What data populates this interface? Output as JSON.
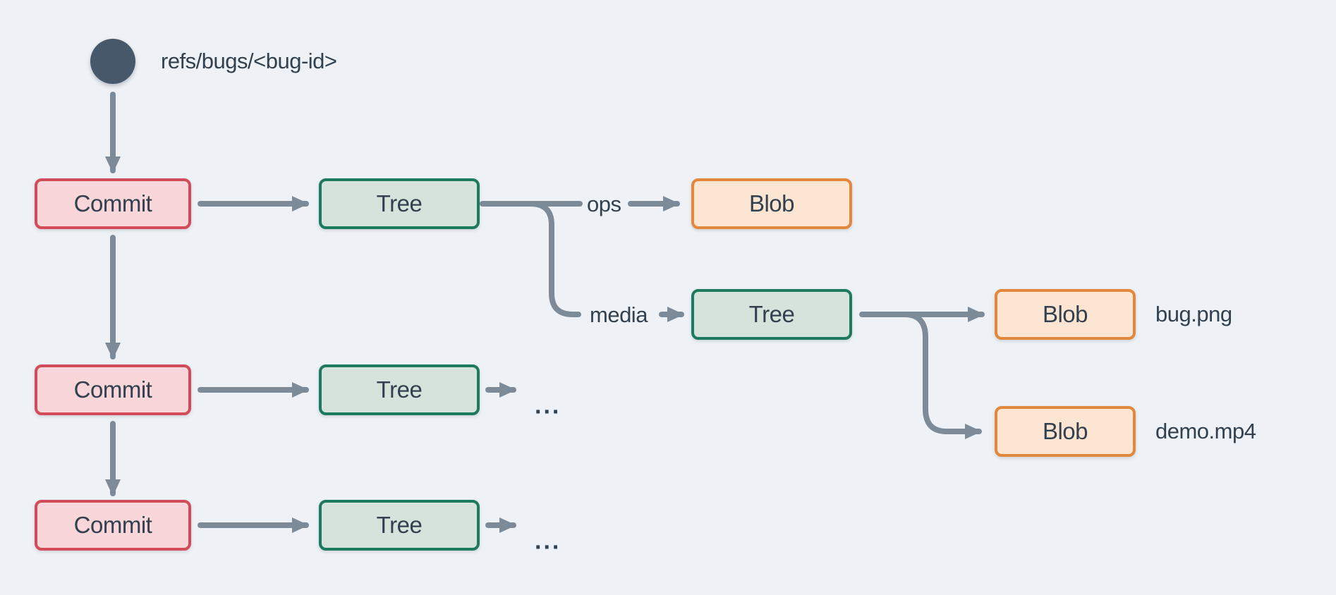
{
  "diagram": {
    "nodes": {
      "ref": {
        "label": "refs/bugs/<bug-id>"
      },
      "commit1": {
        "label": "Commit"
      },
      "commit2": {
        "label": "Commit"
      },
      "commit3": {
        "label": "Commit"
      },
      "tree1": {
        "label": "Tree"
      },
      "tree_row2": {
        "label": "Tree"
      },
      "tree_row3": {
        "label": "Tree"
      },
      "tree_media": {
        "label": "Tree"
      },
      "blob_ops": {
        "label": "Blob"
      },
      "blob_bug": {
        "label": "Blob",
        "file": "bug.png"
      },
      "blob_demo": {
        "label": "Blob",
        "file": "demo.mp4"
      }
    },
    "edges": [
      {
        "from": "ref",
        "to": "commit1"
      },
      {
        "from": "commit1",
        "to": "tree1"
      },
      {
        "from": "commit1",
        "to": "commit2"
      },
      {
        "from": "commit2",
        "to": "commit3"
      },
      {
        "from": "commit2",
        "to": "tree_row2"
      },
      {
        "from": "commit3",
        "to": "tree_row3"
      },
      {
        "from": "tree1",
        "to": "blob_ops",
        "label": "ops"
      },
      {
        "from": "tree1",
        "to": "tree_media",
        "label": "media"
      },
      {
        "from": "tree_media",
        "to": "blob_bug"
      },
      {
        "from": "tree_media",
        "to": "blob_demo"
      },
      {
        "from": "tree_row2",
        "to": "ellipsis_row2"
      },
      {
        "from": "tree_row3",
        "to": "ellipsis_row3"
      }
    ],
    "ellipsis": {
      "row2": "...",
      "row3": "..."
    },
    "colors": {
      "bg": "#eef2f6",
      "arrow": "#7d8b99",
      "text": "#33414f",
      "ref-fill": "#46586a",
      "commit-fill": "#f8d6da",
      "commit-border": "#d14b5b",
      "tree-fill": "#d6e2dc",
      "tree-border": "#1d7a5e",
      "blob-fill": "#fce5d3",
      "blob-border": "#e1883c"
    }
  }
}
